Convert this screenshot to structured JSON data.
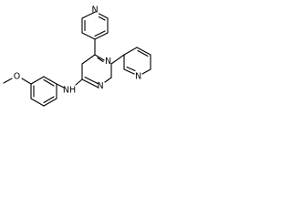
{
  "molecule": {
    "labels": {
      "n_pyridin4yl": "N",
      "n_pyrimidine_top": "N",
      "n_pyrimidine_bottom": "N",
      "n_pyridin3yl": "N",
      "o_methoxy": "O",
      "nh_amine": "NH"
    }
  }
}
